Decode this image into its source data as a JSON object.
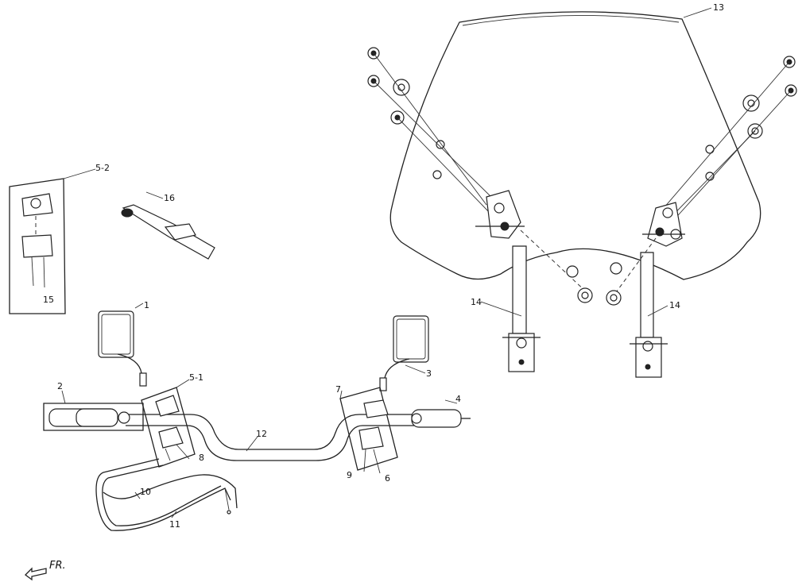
{
  "callouts": {
    "c1": "1",
    "c2": "2",
    "c3": "3",
    "c4": "4",
    "c5_1": "5-1",
    "c5_2": "5-2",
    "c6": "6",
    "c7": "7",
    "c8": "8",
    "c9": "9",
    "c10": "10",
    "c11": "11",
    "c12": "12",
    "c13": "13",
    "c14a": "14",
    "c14b": "14",
    "c15": "15",
    "c16": "16"
  },
  "direction": {
    "label": "FR."
  },
  "icons": {
    "front_arrow": "arrow-left-icon"
  }
}
